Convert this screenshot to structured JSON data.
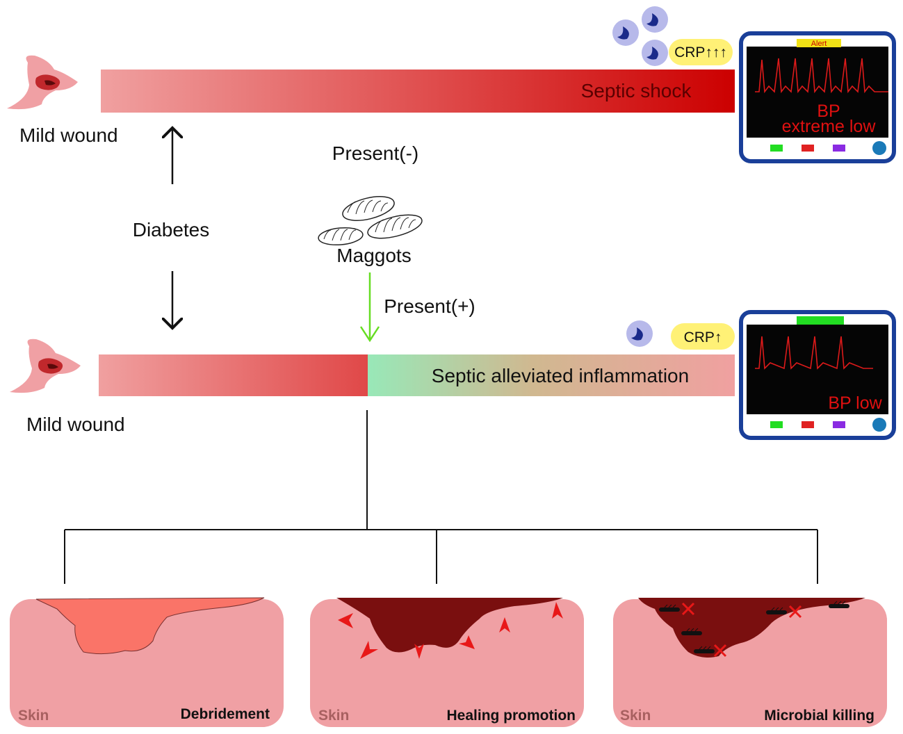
{
  "top_path": {
    "wound_label": "Mild wound",
    "bar_label": "Septic shock",
    "crp_label": "CRP↑↑↑",
    "monitor": {
      "alert_label": "Alert",
      "bp_label_line1": "BP",
      "bp_label_line2": "extreme low"
    }
  },
  "middle": {
    "diabetes_label": "Diabetes",
    "present_negative_label": "Present(-)",
    "maggots_label": "Maggots",
    "present_positive_label": "Present(+)"
  },
  "bottom_path": {
    "wound_label": "Mild wound",
    "bar_label": "Septic alleviated inflammation",
    "crp_label": "CRP↑",
    "monitor": {
      "bp_label": "BP low"
    }
  },
  "panels": [
    {
      "skin_label": "Skin",
      "title": "Debridement"
    },
    {
      "skin_label": "Skin",
      "title": "Healing promotion"
    },
    {
      "skin_label": "Skin",
      "title": "Microbial killing"
    }
  ],
  "colors": {
    "accent_red": "#cc0000",
    "skin": "#f0a0a4",
    "wound_dark": "#7a0f0f",
    "monitor_frame": "#1a3f99",
    "crp_badge": "#fff176",
    "cell": "#b7b9ea",
    "arrow_green": "#66dd22"
  }
}
